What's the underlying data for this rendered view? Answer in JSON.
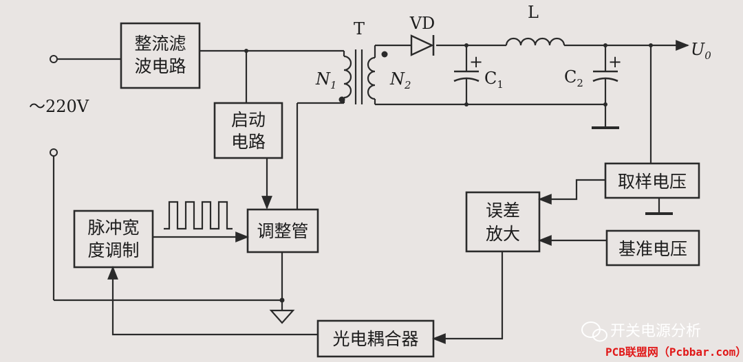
{
  "blocks": {
    "rectifier": [
      "整流滤",
      "波电路"
    ],
    "startup": [
      "启动",
      "电路"
    ],
    "pwm": [
      "脉冲宽",
      "度调制"
    ],
    "regulator": "调整管",
    "sampling": "取样电压",
    "error_amp": [
      "误差",
      "放大"
    ],
    "reference": "基准电压",
    "optocoupler": "光电耦合器"
  },
  "labels": {
    "input": "～220V",
    "transformer": "T",
    "n1": "N",
    "n1_sub": "1",
    "n2": "N",
    "n2_sub": "2",
    "diode": "VD",
    "inductor": "L",
    "c1": "C",
    "c1_sub": "1",
    "c2": "C",
    "c2_sub": "2",
    "output": "U",
    "output_sub": "0",
    "plus": "+"
  },
  "watermark": {
    "title": "开关电源分析",
    "site": "PCB联盟网（Pcbbar.com）"
  },
  "colors": {
    "background": "#e9e5e3",
    "ink": "#2a2a2a",
    "watermark_red": "#e01818"
  }
}
